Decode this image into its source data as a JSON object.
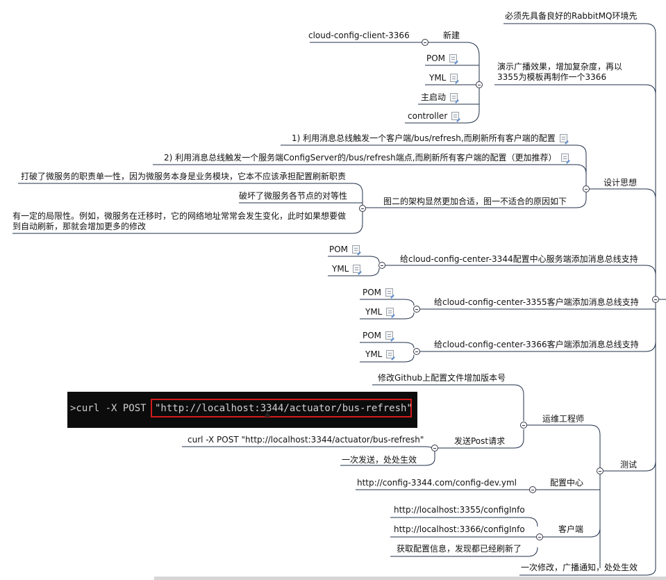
{
  "root": {
    "prereq": "必须先具备良好的RabbitMQ环境先",
    "demo": "演示广播效果，增加复杂度，再以3355为模板再制作一个3366",
    "new_label": "新建",
    "client_name": "cloud-config-client-3366",
    "pom": "POM",
    "yml": "YML",
    "main_boot": "主启动",
    "controller": "controller",
    "design_thoughts": "设计思想",
    "design_1": "1) 利用消息总线触发一个客户端/bus/refresh,而刷新所有客户端的配置",
    "design_2": "2) 利用消息总线触发一个服务端ConfigServer的/bus/refresh端点,而刷新所有客户端的配置（更加推荐）",
    "why_fig2": "图二的架构显然更加合适，图一不适合的原因如下",
    "reason_1": "打破了微服务的职责单一性，因为微服务本身是业务模块，它本不应该承担配置刷新职责",
    "reason_2": "破坏了微服务各节点的对等性",
    "reason_3": "有一定的局限性。例如，微服务在迁移时，它的网络地址常常会发生变化，此时如果想要做到自动刷新，那就会增加更多的修改",
    "center_3344": "给cloud-config-center-3344配置中心服务端添加消息总线支持",
    "center_3355": "给cloud-config-center-3355客户端添加消息总线支持",
    "center_3366": "给cloud-config-center-3366客户端添加消息总线支持",
    "test": "测试",
    "ops": "运维工程师",
    "modify_github": "修改Github上配置文件增加版本号",
    "send_post": "发送Post请求",
    "curl_cmd": "curl -X POST \"http://localhost:3344/actuator/bus-refresh\"",
    "send_once": "一次发送，处处生效",
    "config_center": "配置中心",
    "config_url": "http://config-3344.com/config-dev.yml",
    "client": "客户端",
    "client_url_1": "http://localhost:3355/configInfo",
    "client_url_2": "http://localhost:3366/configInfo",
    "fetch_refreshed": "获取配置信息，发现都已经刷新了",
    "summary": "一次修改，广播通知，处处生效"
  },
  "terminal": {
    "prompt": ">curl -X POST ",
    "url": "\"http://localhost:3344/actuator/bus-refresh\""
  },
  "colors": {
    "line": "#1f2f4a",
    "highlight": "#d41a1a",
    "terminal_bg": "#0c0c0c"
  }
}
